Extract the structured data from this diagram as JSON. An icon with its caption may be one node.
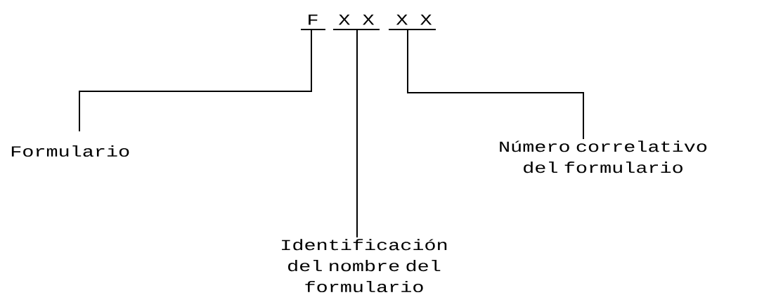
{
  "diagram": {
    "nodes": [
      {
        "text": [
          "F"
        ]
      },
      {
        "text": [
          "X X"
        ]
      },
      {
        "text": [
          "X X"
        ]
      },
      {
        "text": [
          "Formulario"
        ]
      },
      {
        "text": [
          "Identificación del nombre del formulario"
        ]
      },
      {
        "text": [
          "Número correlativo del formulario"
        ]
      }
    ],
    "edges": [
      {
        "from": 0,
        "to": 3,
        "arrow": "none"
      },
      {
        "from": 1,
        "to": 4,
        "arrow": "none"
      },
      {
        "from": 2,
        "to": 5,
        "arrow": "none"
      }
    ]
  }
}
